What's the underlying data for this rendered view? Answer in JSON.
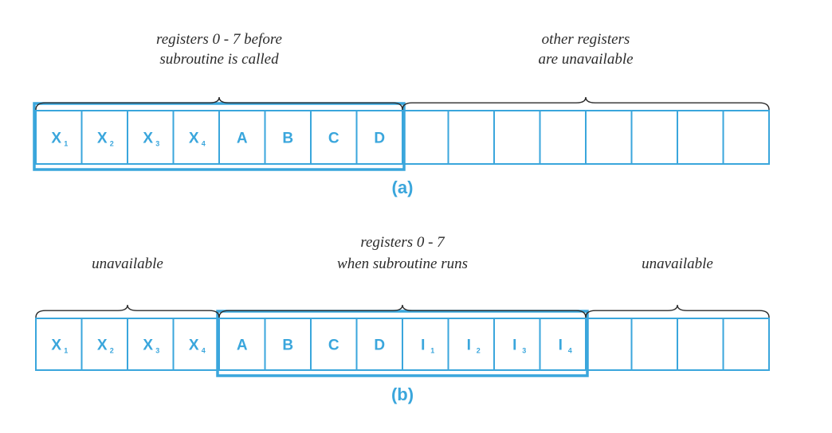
{
  "colors": {
    "accent": "#3aa6dc",
    "text": "#2b2b2b"
  },
  "panels": [
    {
      "id": "a",
      "label": "(a)",
      "cells": [
        {
          "main": "X",
          "sub": "1"
        },
        {
          "main": "X",
          "sub": "2"
        },
        {
          "main": "X",
          "sub": "3"
        },
        {
          "main": "X",
          "sub": "4"
        },
        {
          "main": "A",
          "sub": ""
        },
        {
          "main": "B",
          "sub": ""
        },
        {
          "main": "C",
          "sub": ""
        },
        {
          "main": "D",
          "sub": ""
        },
        {
          "main": "",
          "sub": ""
        },
        {
          "main": "",
          "sub": ""
        },
        {
          "main": "",
          "sub": ""
        },
        {
          "main": "",
          "sub": ""
        },
        {
          "main": "",
          "sub": ""
        },
        {
          "main": "",
          "sub": ""
        },
        {
          "main": "",
          "sub": ""
        },
        {
          "main": "",
          "sub": ""
        }
      ],
      "highlight": {
        "start": 0,
        "end": 7
      },
      "brackets": [
        {
          "start": 0,
          "end": 7,
          "lines": [
            "registers 0 - 7 before",
            "subroutine is called"
          ]
        },
        {
          "start": 8,
          "end": 15,
          "lines": [
            "other registers",
            "are unavailable"
          ]
        }
      ]
    },
    {
      "id": "b",
      "label": "(b)",
      "cells": [
        {
          "main": "X",
          "sub": "1"
        },
        {
          "main": "X",
          "sub": "2"
        },
        {
          "main": "X",
          "sub": "3"
        },
        {
          "main": "X",
          "sub": "4"
        },
        {
          "main": "A",
          "sub": ""
        },
        {
          "main": "B",
          "sub": ""
        },
        {
          "main": "C",
          "sub": ""
        },
        {
          "main": "D",
          "sub": ""
        },
        {
          "main": "I",
          "sub": "1"
        },
        {
          "main": "I",
          "sub": "2"
        },
        {
          "main": "I",
          "sub": "3"
        },
        {
          "main": "I",
          "sub": "4"
        },
        {
          "main": "",
          "sub": ""
        },
        {
          "main": "",
          "sub": ""
        },
        {
          "main": "",
          "sub": ""
        },
        {
          "main": "",
          "sub": ""
        }
      ],
      "highlight": {
        "start": 4,
        "end": 11
      },
      "brackets": [
        {
          "start": 0,
          "end": 3,
          "lines": [
            "unavailable"
          ]
        },
        {
          "start": 4,
          "end": 11,
          "lines": [
            "registers 0 - 7",
            "when subroutine runs"
          ]
        },
        {
          "start": 12,
          "end": 15,
          "lines": [
            "unavailable"
          ]
        }
      ]
    }
  ]
}
